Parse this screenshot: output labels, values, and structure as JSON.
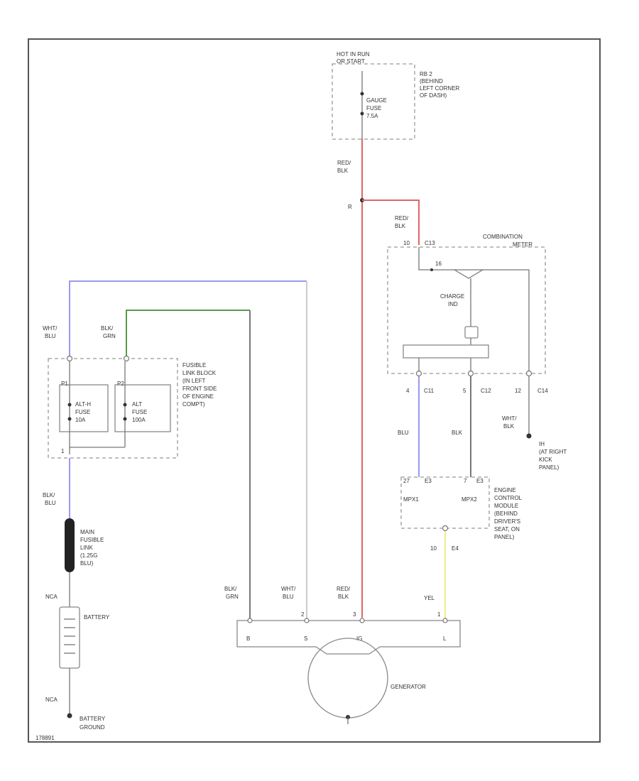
{
  "colors": {
    "red": "#e06666",
    "green": "#5a9a4a",
    "blue": "#9a9aee",
    "yellow": "#eeee88",
    "black": "#777777",
    "white": "#cccccc"
  },
  "labels": {
    "hot_in_run": "HOT IN RUN",
    "hot_in_run_2": "OR START",
    "rb_location_1": "RB 2",
    "rb_location_2": "(BEHIND",
    "rb_location_3": "LEFT CORNER",
    "rb_location_4": "OF DASH)",
    "gauge_fuse_1": "GAUGE",
    "gauge_fuse_2": "FUSE",
    "gauge_fuse_3": "7.5A",
    "red_blk_top_1": "RED/",
    "red_blk_top_2": "BLK",
    "splice_id": "R",
    "red_blk_meter_1": "RED/",
    "red_blk_meter_2": "BLK",
    "meter_pin": "10",
    "meter_conn": "C13",
    "combo_meter_1": "COMBINATION",
    "combo_meter_2": "METER",
    "charge_ind_1": "CHARGE",
    "charge_ind_2": "IND",
    "pin_c11": "4",
    "conn_c11": "C11",
    "pin_c12": "5",
    "conn_c12": "C12",
    "pin_c14": "12",
    "conn_c14": "C14",
    "blu_mid": "BLU",
    "blk_mid": "BLK",
    "wht_blk_1": "WHT/",
    "wht_blk_2": "BLK",
    "ground_id": "IH",
    "ground_loc_1": "(AT RIGHT",
    "ground_loc_2": "KICK",
    "ground_loc_3": "PANEL)",
    "ecm_pin_1": "27",
    "ecm_conn_1": "E3",
    "ecm_pin_2": "7",
    "ecm_conn_2": "E3",
    "mpx1": "MPX1",
    "mpx2": "MPX2",
    "ecm_desc_1": "ENGINE",
    "ecm_desc_2": "CONTROL",
    "ecm_desc_3": "MODULE",
    "ecm_desc_4": "(BEHIND",
    "ecm_desc_5": "DRIVER'S",
    "ecm_desc_6": "SEAT, ON",
    "ecm_desc_7": "PANEL)",
    "ecm_pin_3": "10",
    "ecm_conn_3": "E4",
    "yel": "YEL",
    "wht_blu_top_1": "WHT/",
    "wht_blu_top_2": "BLU",
    "blk_grn_top_1": "BLK/",
    "blk_grn_top_2": "GRN",
    "fusible_1": "FUSIBLE",
    "fusible_2": "LINK BLOCK",
    "fusible_3": "(IN LEFT",
    "fusible_4": "FRONT SIDE",
    "fusible_5": "OF ENGINE",
    "fusible_6": "COMPT)",
    "fuse_pin_p1": "P1",
    "fuse_pin_p2": "P2",
    "fuse_pin_1": "1",
    "alt_h_1": "ALT-H",
    "alt_h_2": "FUSE",
    "alt_h_3": "10A",
    "alt_1": "ALT",
    "alt_2": "FUSE",
    "alt_3": "100A",
    "blk_blu_1": "BLK/",
    "blk_blu_2": "BLU",
    "main_fl_1": "MAIN",
    "main_fl_2": "FUSIBLE",
    "main_fl_3": "LINK",
    "main_fl_4": "(1.25G",
    "main_fl_5": "BLU)",
    "nca_top": "NCA",
    "battery": "BATTERY",
    "nca_bottom": "NCA",
    "batt_ground_1": "BATTERY",
    "batt_ground_2": "GROUND",
    "gen_blk_grn_1": "BLK/",
    "gen_blk_grn_2": "GRN",
    "gen_wht_blu_1": "WHT/",
    "gen_wht_blu_2": "BLU",
    "gen_red_blk_1": "RED/",
    "gen_red_blk_2": "BLK",
    "gen_pin_s": "2",
    "gen_pin_ig": "3",
    "gen_pin_l": "1",
    "term_b": "B",
    "term_s": "S",
    "term_ig": "IG",
    "term_l": "L",
    "generator": "GENERATOR",
    "figure_id": "178891"
  }
}
